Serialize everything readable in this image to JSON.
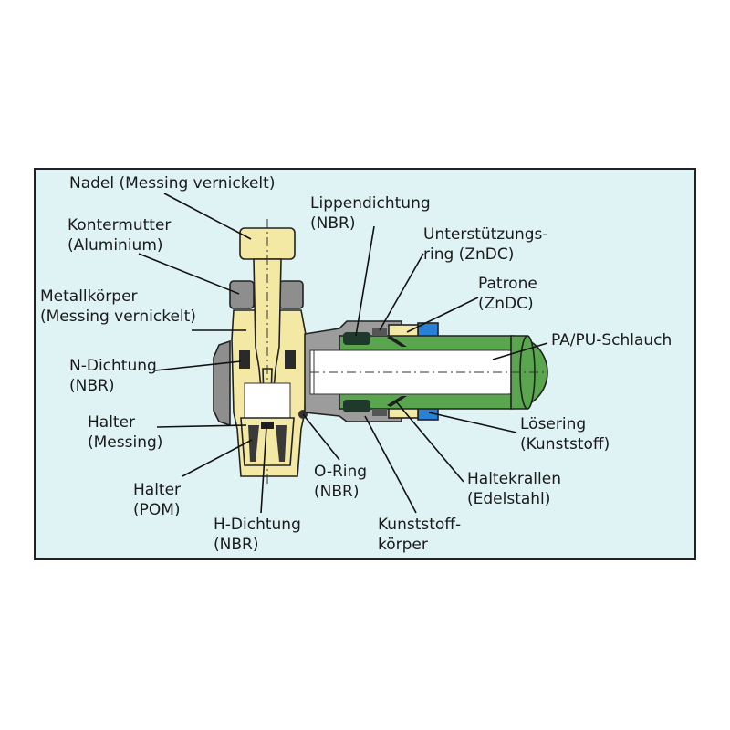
{
  "labels": {
    "nadel": [
      "Nadel (Messing vernickelt)"
    ],
    "kontermutter": [
      "Kontermutter",
      "(Aluminium)"
    ],
    "metallkoerper": [
      "Metallkörper",
      "(Messing vernickelt)"
    ],
    "n_dichtung": [
      "N-Dichtung",
      "(NBR)"
    ],
    "halter_messing": [
      "Halter",
      "(Messing)"
    ],
    "halter_pom": [
      "Halter",
      "(POM)"
    ],
    "h_dichtung": [
      "H-Dichtung",
      "(NBR)"
    ],
    "o_ring": [
      "O-Ring",
      "(NBR)"
    ],
    "kunststoffkoerper": [
      "Kunststoff-",
      "körper"
    ],
    "haltekrallen": [
      "Haltekrallen",
      "(Edelstahl)"
    ],
    "loesering": [
      "Lösering",
      "(Kunststoff)"
    ],
    "schlauch": [
      "PA/PU-Schlauch"
    ],
    "patrone": [
      "Patrone",
      "(ZnDC)"
    ],
    "unterstuetzungsring": [
      "Unterstützungs-",
      "ring (ZnDC)"
    ],
    "lippendichtung": [
      "Lippendichtung",
      "(NBR)"
    ]
  },
  "colors": {
    "background": "#dff3f5",
    "brass": "#f3e9a4",
    "grey_body": "#9c9c9c",
    "dark_grey": "#6f6f6f",
    "hose_green": "#5aa64f",
    "release_blue": "#2a7fd6",
    "seal_dark": "#1f3a2a",
    "bore": "#ffffff"
  }
}
